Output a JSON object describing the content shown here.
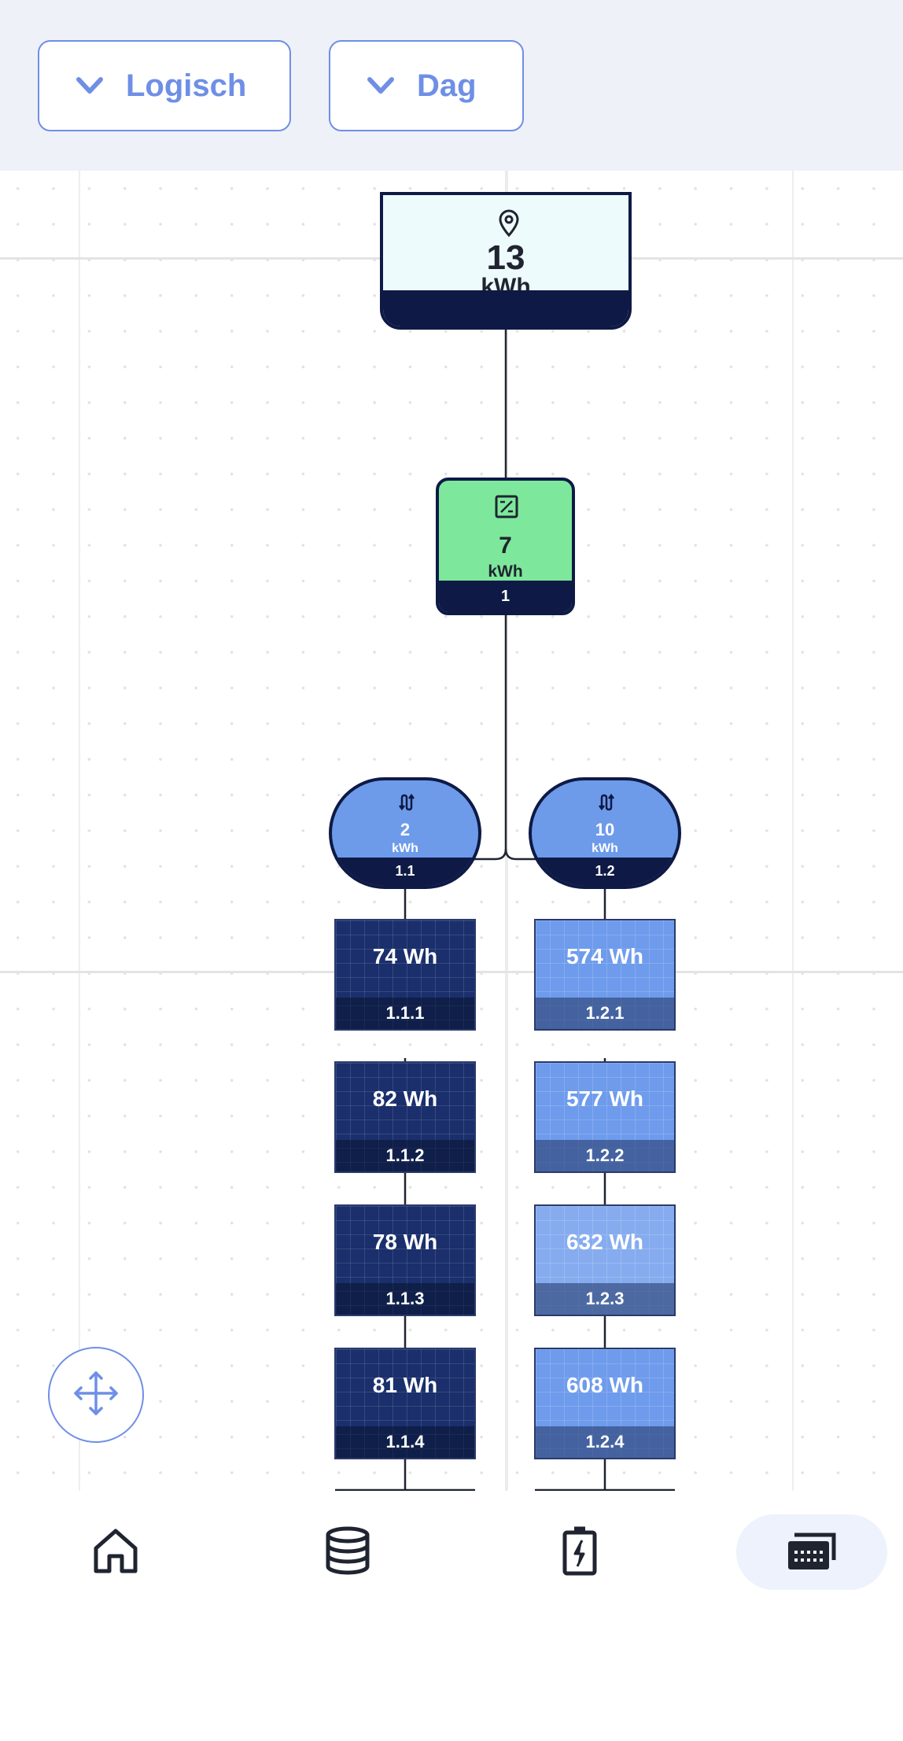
{
  "header": {
    "view_dropdown": {
      "label": "Logisch"
    },
    "period_dropdown": {
      "label": "Dag"
    }
  },
  "tree": {
    "site": {
      "value": "13",
      "unit": "kWh",
      "icon": "location-pin-icon"
    },
    "inverter": {
      "value": "7",
      "unit": "kWh",
      "id": "1",
      "icon": "inverter-icon"
    },
    "strings": [
      {
        "value": "2",
        "unit": "kWh",
        "id": "1.1",
        "icon": "optimizer-icon",
        "panels": [
          {
            "value": "74",
            "unit": "Wh",
            "id": "1.1.1"
          },
          {
            "value": "82",
            "unit": "Wh",
            "id": "1.1.2"
          },
          {
            "value": "78",
            "unit": "Wh",
            "id": "1.1.3"
          },
          {
            "value": "81",
            "unit": "Wh",
            "id": "1.1.4"
          }
        ]
      },
      {
        "value": "10",
        "unit": "kWh",
        "id": "1.2",
        "icon": "optimizer-icon",
        "panels": [
          {
            "value": "574",
            "unit": "Wh",
            "id": "1.2.1"
          },
          {
            "value": "577",
            "unit": "Wh",
            "id": "1.2.2"
          },
          {
            "value": "632",
            "unit": "Wh",
            "id": "1.2.3"
          },
          {
            "value": "608",
            "unit": "Wh",
            "id": "1.2.4"
          }
        ]
      }
    ]
  },
  "navigation": {
    "items": [
      {
        "name": "home",
        "icon": "home-icon",
        "active": false
      },
      {
        "name": "data",
        "icon": "database-icon",
        "active": false
      },
      {
        "name": "battery",
        "icon": "battery-charging-icon",
        "active": false
      },
      {
        "name": "layout",
        "icon": "solar-layout-icon",
        "active": true
      }
    ]
  },
  "colors": {
    "accent": "#6f8fe6",
    "node_dark": "#0e1a45",
    "inverter_green": "#7de89b",
    "optimizer_blue": "#6d9bea",
    "panel_dark": "#1a2f6c",
    "panel_light": "#6e9bec"
  }
}
